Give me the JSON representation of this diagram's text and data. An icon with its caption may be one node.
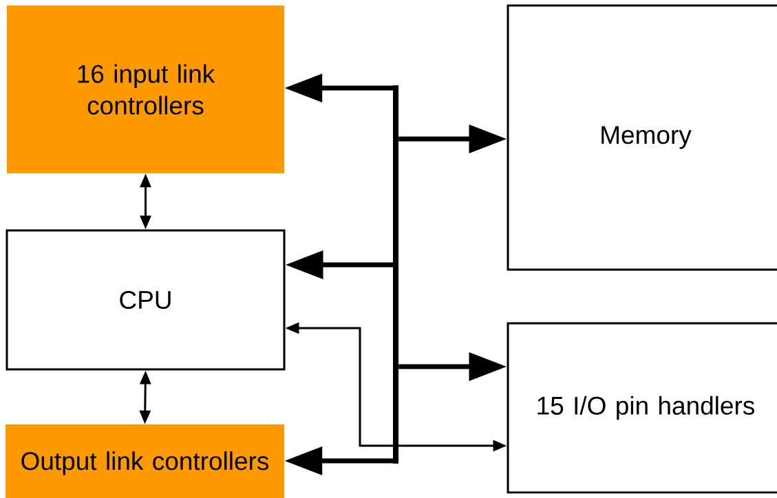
{
  "diagram": {
    "nodes": [
      {
        "text": [
          "16 input link controllers"
        ]
      },
      {
        "text": [
          "Memory"
        ]
      },
      {
        "text": [
          "CPU"
        ]
      },
      {
        "text": [
          "15 I/O pin handlers"
        ]
      },
      {
        "text": [
          "Output link controllers"
        ]
      },
      {
        "text": [],
        "shape": "bar"
      }
    ],
    "edges": [
      {
        "from": 0,
        "to": 2,
        "arrow": "both"
      },
      {
        "from": 2,
        "to": 4,
        "arrow": "both"
      },
      {
        "from": 5,
        "to": 0,
        "arrow": "to"
      },
      {
        "from": 5,
        "to": 1,
        "arrow": "to"
      },
      {
        "from": 5,
        "to": 2,
        "arrow": "to"
      },
      {
        "from": 5,
        "to": 3,
        "arrow": "to"
      },
      {
        "from": 5,
        "to": 4,
        "arrow": "to"
      },
      {
        "from": 2,
        "to": 3,
        "arrow": "both"
      }
    ]
  }
}
